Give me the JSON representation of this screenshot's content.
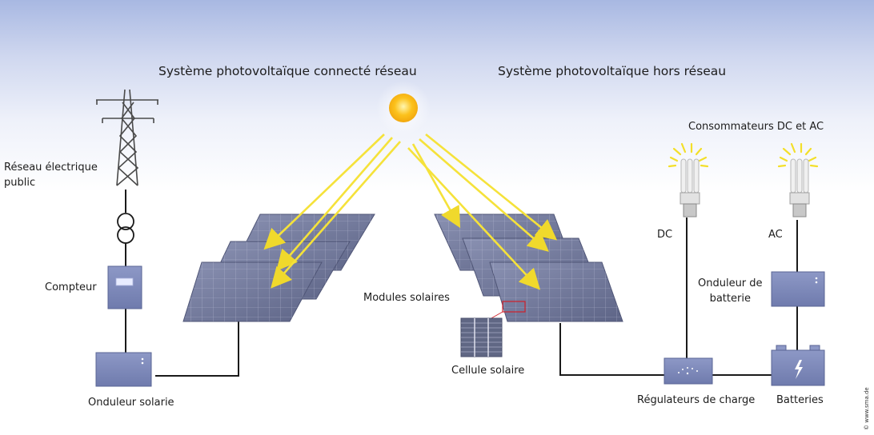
{
  "titles": {
    "grid_connected": "Système photovoltaïque connecté réseau",
    "off_grid": "Système photovoltaïque hors réseau"
  },
  "labels": {
    "public_grid_line1": "Réseau électrique",
    "public_grid_line2": "public",
    "meter": "Compteur",
    "solar_inverter": "Onduleur solarie",
    "solar_modules": "Modules solaires",
    "solar_cell": "Cellule solaire",
    "consumers": "Consommateurs DC et AC",
    "dc": "DC",
    "ac": "AC",
    "battery_inverter_line1": "Onduleur de",
    "battery_inverter_line2": "batterie",
    "charge_controllers": "Régulateurs de charge",
    "batteries": "Batteries"
  },
  "copyright": "© www.sma.de",
  "colors": {
    "sky_top": "#a8b8e2",
    "panel_fill": "#747b9c",
    "device_fill": "#7f8bbd",
    "sun_ray": "#f5e23a",
    "sun": "#fcc21c",
    "wire": "#1a1a1a"
  }
}
